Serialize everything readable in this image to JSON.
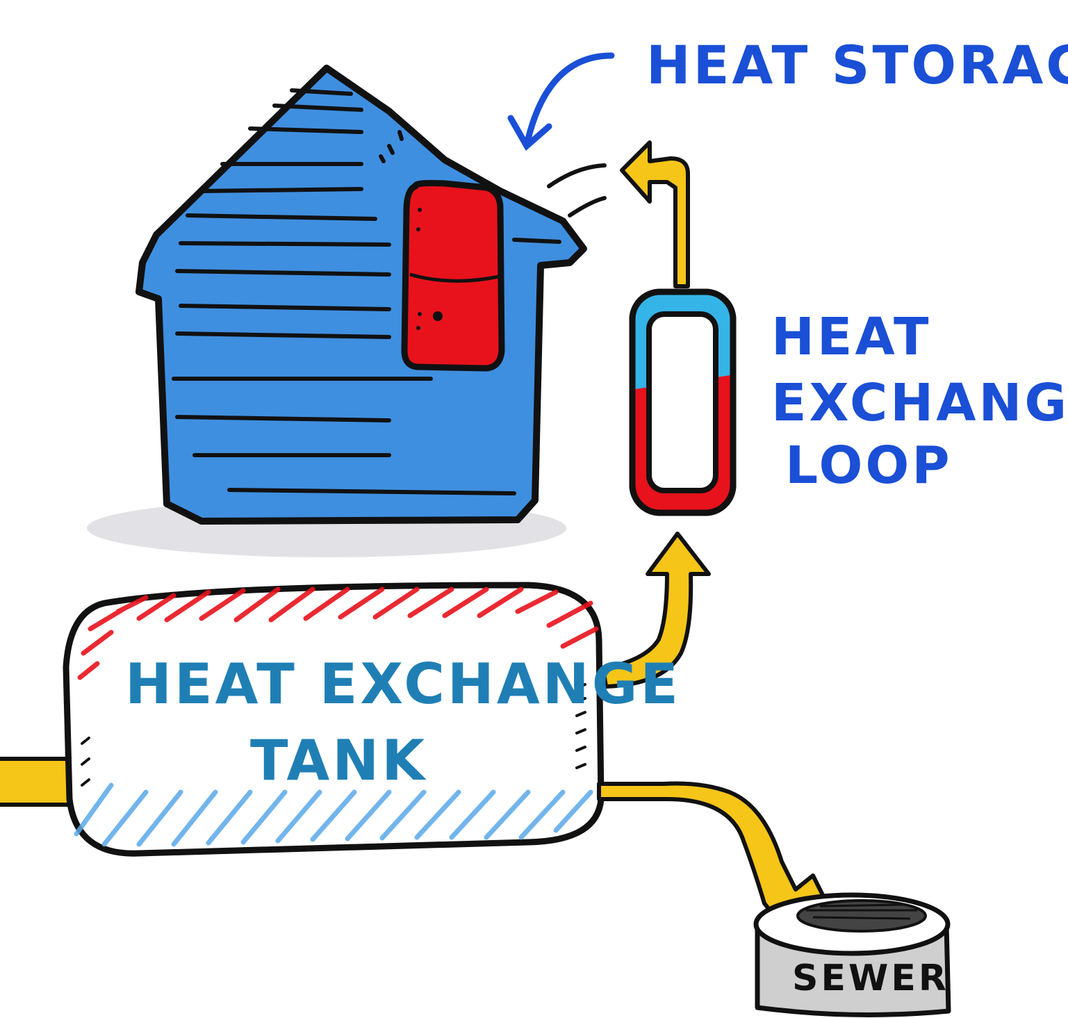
{
  "labels": {
    "heat_storage": "HEAT STORAGE",
    "loop_line1": "HEAT",
    "loop_line2": "EXCHANGE",
    "loop_line3": "LOOP",
    "tank_line1": "HEAT EXCHANGE",
    "tank_line2": "TANK",
    "sewer": "SEWER"
  },
  "colors": {
    "house_fill": "#3f8fe0",
    "heat_red": "#e8121c",
    "pipe_yellow": "#f5c518",
    "label_blue": "#1a4fd6",
    "tank_label_teal": "#1f7fb4",
    "loop_cyan": "#35b4e8",
    "sewer_gray": "#cfcfcf",
    "shadow_gray": "#e2e2e6",
    "outline": "#111111"
  }
}
